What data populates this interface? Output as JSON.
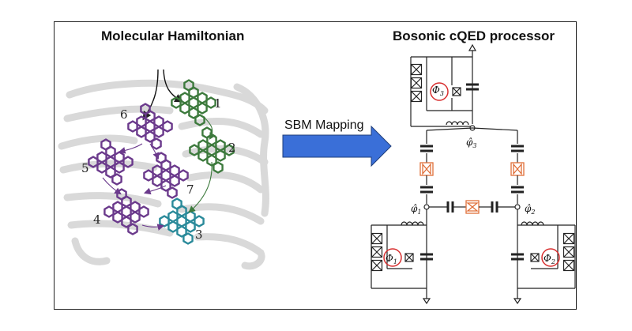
{
  "titles": {
    "left": "Molecular Hamiltonian",
    "right": "Bosonic cQED processor"
  },
  "arrow": {
    "label": "SBM Mapping",
    "color": "#3a6fd8"
  },
  "molecule": {
    "node_labels": [
      "1",
      "2",
      "3",
      "4",
      "5",
      "6",
      "7"
    ],
    "colors": {
      "green": "#3d7a3d",
      "purple": "#6b3a8c",
      "teal": "#2a8a9a",
      "protein": "#d9d9d9"
    }
  },
  "circuit": {
    "flux_labels": [
      "Φ",
      "Φ",
      "Φ"
    ],
    "flux_subscripts": [
      "3",
      "1",
      "2"
    ],
    "node_labels": [
      "φ̂",
      "φ̂",
      "φ̂"
    ],
    "node_subscripts": [
      "3",
      "1",
      "2"
    ],
    "colors": {
      "wire": "#222222",
      "coupler": "#e0703a",
      "flux_ring": "#d83030"
    }
  }
}
